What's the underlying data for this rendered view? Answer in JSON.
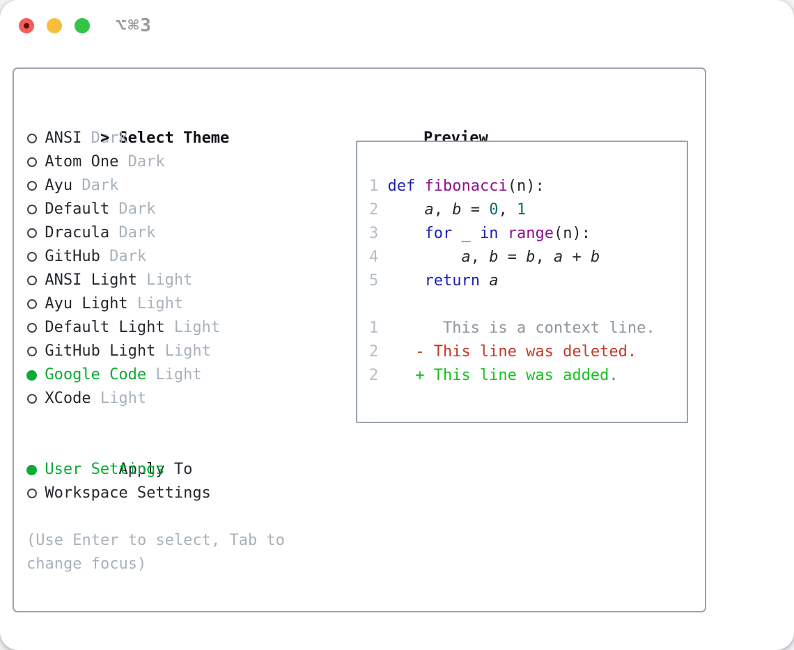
{
  "window": {
    "title": "⌥⌘3"
  },
  "colors": {
    "text": "#24292f",
    "muted": "#a8b2bc",
    "line_number": "#b4bdc7",
    "border": "#9aa3ae",
    "title": "#9b9b9b",
    "accent_green": "#0cab35",
    "added": "#17c21e",
    "deleted": "#c43a26",
    "keyword": "#1f1fb5",
    "function": "#8e128e",
    "literal": "#0d6d6d",
    "context": "#8e969e",
    "traffic_red": "#f25f58",
    "traffic_red_dot": "#650b02",
    "traffic_yellow": "#f9bd3d",
    "traffic_green": "#32c546"
  },
  "left": {
    "header_marker": ">",
    "header": "Select Theme",
    "themes": [
      {
        "name": "ANSI",
        "variant": "Dark",
        "selected": false
      },
      {
        "name": "Atom One",
        "variant": "Dark",
        "selected": false
      },
      {
        "name": "Ayu",
        "variant": "Dark",
        "selected": false
      },
      {
        "name": "Default",
        "variant": "Dark",
        "selected": false
      },
      {
        "name": "Dracula",
        "variant": "Dark",
        "selected": false
      },
      {
        "name": "GitHub",
        "variant": "Dark",
        "selected": false
      },
      {
        "name": "ANSI Light",
        "variant": "Light",
        "selected": false
      },
      {
        "name": "Ayu Light",
        "variant": "Light",
        "selected": false
      },
      {
        "name": "Default Light",
        "variant": "Light",
        "selected": false
      },
      {
        "name": "GitHub Light",
        "variant": "Light",
        "selected": false
      },
      {
        "name": "Google Code",
        "variant": "Light",
        "selected": true
      },
      {
        "name": "XCode",
        "variant": "Light",
        "selected": false
      }
    ],
    "apply_header": "Apply To",
    "apply_options": [
      {
        "name": "User Settings",
        "selected": true
      },
      {
        "name": "Workspace Settings",
        "selected": false
      }
    ],
    "hint_lines": [
      "(Use Enter to select, Tab to",
      "change focus)"
    ]
  },
  "preview": {
    "header": "Preview",
    "lines": [
      {
        "num": "1",
        "tokens": [
          {
            "t": " ",
            "c": "p"
          },
          {
            "t": "def",
            "c": "k"
          },
          {
            "t": " ",
            "c": "p"
          },
          {
            "t": "fibonacci",
            "c": "f"
          },
          {
            "t": "(n):",
            "c": "p"
          }
        ]
      },
      {
        "num": "2",
        "tokens": [
          {
            "t": "     ",
            "c": "p"
          },
          {
            "t": "a",
            "c": "v"
          },
          {
            "t": ", ",
            "c": "p"
          },
          {
            "t": "b",
            "c": "v"
          },
          {
            "t": " = ",
            "c": "p"
          },
          {
            "t": "0",
            "c": "n"
          },
          {
            "t": ", ",
            "c": "p"
          },
          {
            "t": "1",
            "c": "n"
          }
        ]
      },
      {
        "num": "3",
        "tokens": [
          {
            "t": "     ",
            "c": "p"
          },
          {
            "t": "for",
            "c": "k"
          },
          {
            "t": " _ ",
            "c": "p"
          },
          {
            "t": "in",
            "c": "k"
          },
          {
            "t": " ",
            "c": "p"
          },
          {
            "t": "range",
            "c": "f"
          },
          {
            "t": "(n):",
            "c": "p"
          }
        ]
      },
      {
        "num": "4",
        "tokens": [
          {
            "t": "         ",
            "c": "p"
          },
          {
            "t": "a",
            "c": "v"
          },
          {
            "t": ", ",
            "c": "p"
          },
          {
            "t": "b",
            "c": "v"
          },
          {
            "t": " = ",
            "c": "p"
          },
          {
            "t": "b",
            "c": "v"
          },
          {
            "t": ", ",
            "c": "p"
          },
          {
            "t": "a",
            "c": "v"
          },
          {
            "t": " + ",
            "c": "p"
          },
          {
            "t": "b",
            "c": "v"
          }
        ]
      },
      {
        "num": "5",
        "tokens": [
          {
            "t": "     ",
            "c": "p"
          },
          {
            "t": "return",
            "c": "k"
          },
          {
            "t": " ",
            "c": "p"
          },
          {
            "t": "a",
            "c": "v"
          }
        ]
      },
      {
        "num": "",
        "tokens": []
      },
      {
        "num": "1",
        "tokens": [
          {
            "t": "       This is a context line.",
            "c": "c"
          }
        ]
      },
      {
        "num": "2",
        "tokens": [
          {
            "t": "    - This line was deleted.",
            "c": "d"
          }
        ]
      },
      {
        "num": "2",
        "tokens": [
          {
            "t": "    + This line was added.",
            "c": "a"
          }
        ]
      }
    ]
  }
}
